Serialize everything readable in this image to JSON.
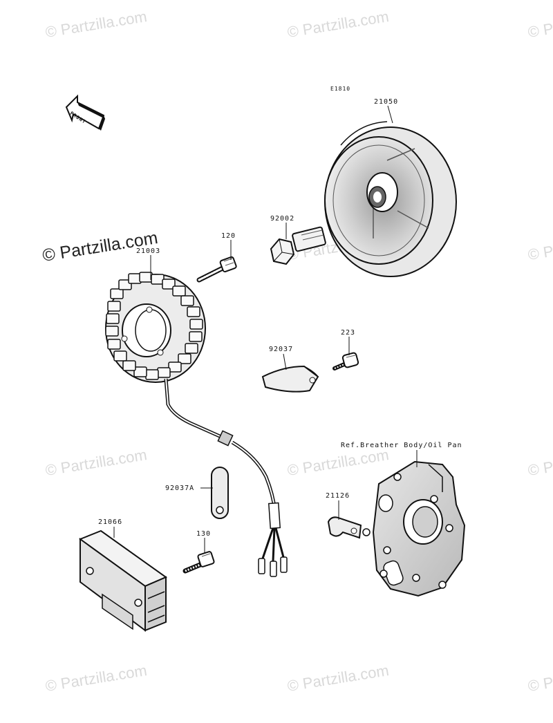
{
  "watermark": {
    "text": "© Partzilla.com"
  },
  "drawing_code": "E1810",
  "front_label": "FRONT",
  "parts": {
    "flywheel": "21050",
    "stator": "21003",
    "flywheel_bolt": "92002",
    "stator_bolt": "120",
    "lead_plate": "92037",
    "plate_screw": "223",
    "clamp": "92037A",
    "regulator": "21066",
    "regulator_bolt": "130",
    "bracket": "21126"
  },
  "reference_note": "Ref.Breather Body/Oil Pan"
}
